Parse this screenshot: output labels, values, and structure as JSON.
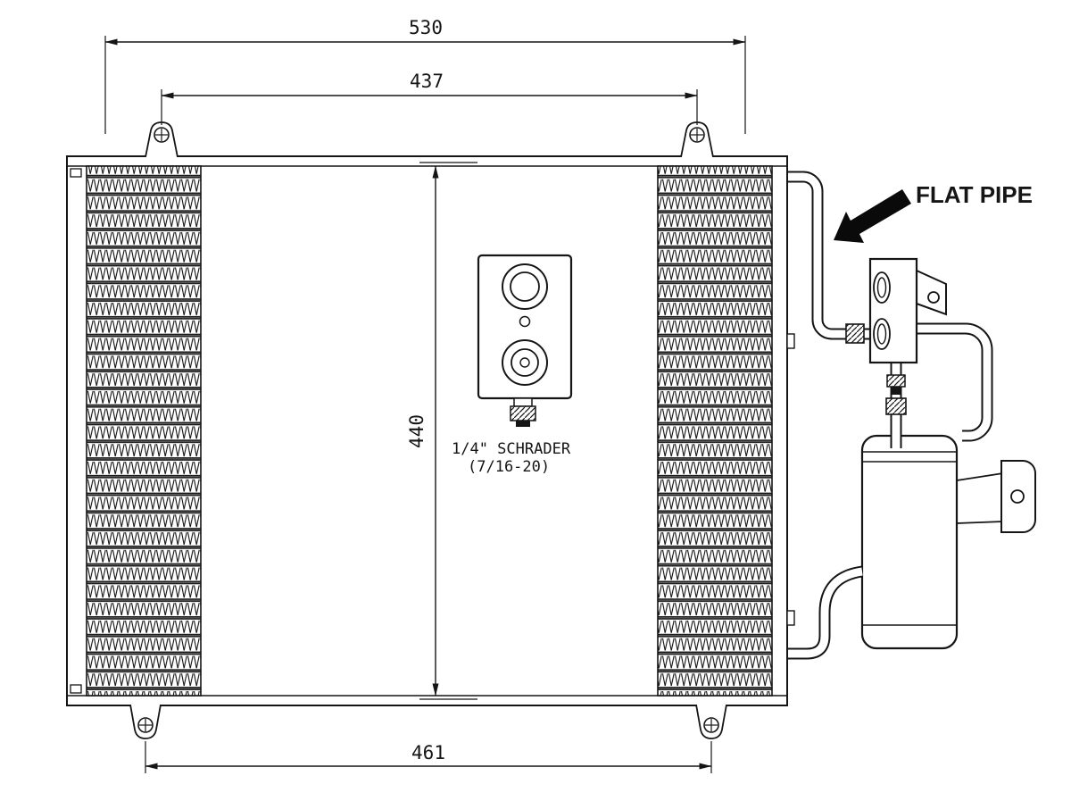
{
  "drawing": {
    "dimensions": {
      "top_outer_width": "530",
      "top_mount_width": "437",
      "core_height": "440",
      "bottom_mount_width": "461"
    },
    "annotations": {
      "flat_pipe_label": "FLAT PIPE",
      "schrader_line1": "1/4\" SCHRADER",
      "schrader_line2": "(7/16-20)"
    },
    "colors": {
      "line": "#151515",
      "background": "#ffffff"
    }
  }
}
